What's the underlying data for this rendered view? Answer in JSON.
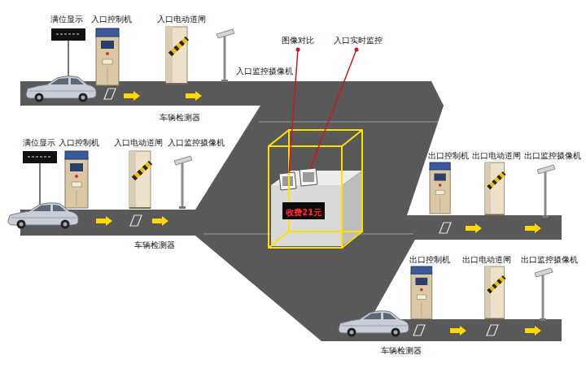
{
  "diagram": {
    "nodes": [
      {
        "text": [
          "收费21元"
        ]
      }
    ],
    "labels": [
      "满位显示",
      "入口控制机",
      "入口电动道闸",
      "图像对比",
      "入口实时监控",
      "入口监控摄像机",
      "车辆检测器",
      "满位显示",
      "入口控制机",
      "入口电动道闸",
      "入口监控摄像机",
      "出口控制机",
      "出口电动道闸",
      "出口监控摄像机",
      "车辆检测器",
      "出口控制机",
      "出口电动道闸",
      "出口监控摄像机",
      "车辆检测器"
    ]
  }
}
